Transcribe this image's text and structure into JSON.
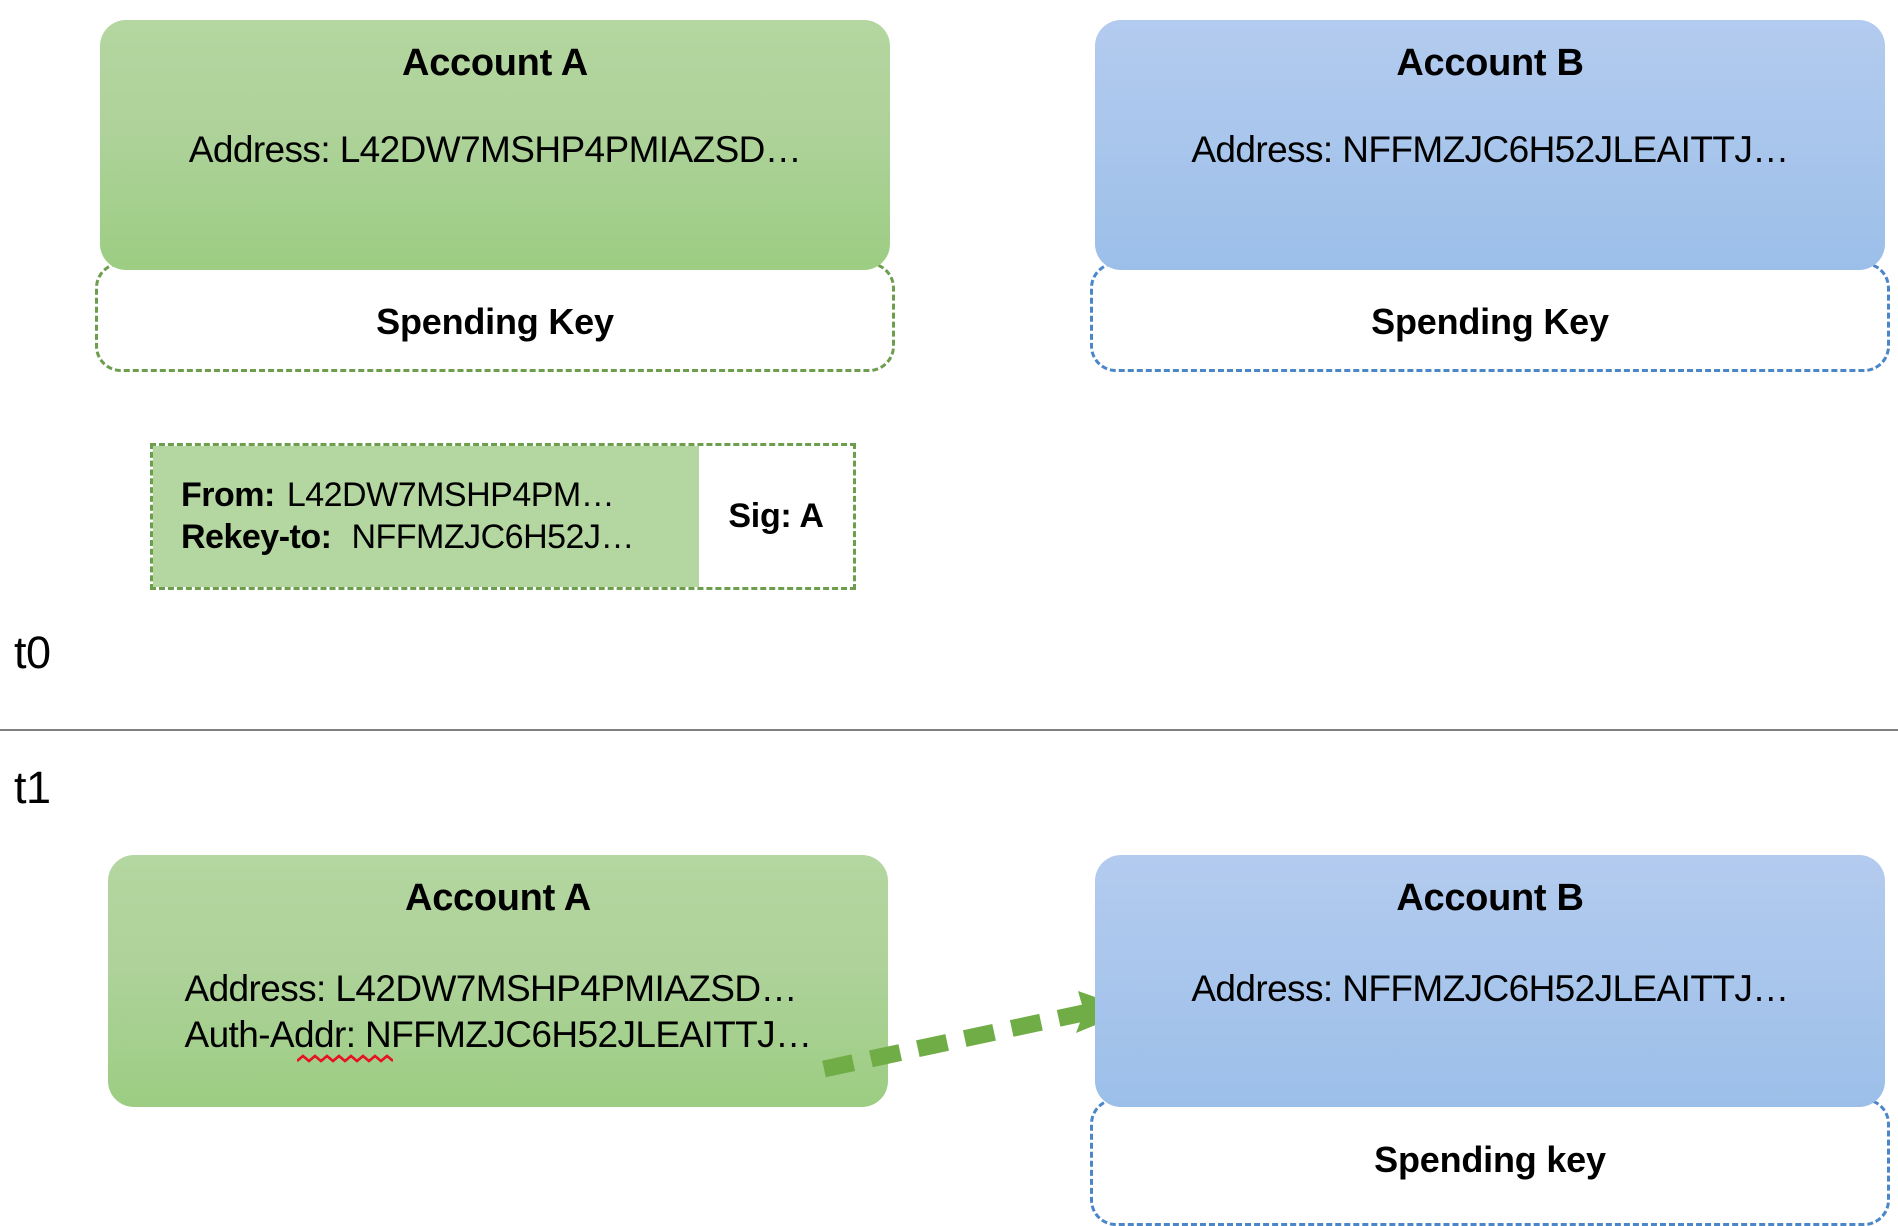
{
  "diagram": {
    "title": "Algorand account rekey before and after",
    "colors": {
      "account_a_fill": "#b0d39a",
      "account_b_fill": "#aac6ec",
      "account_a_border": "#6d9e4e",
      "account_b_border": "#4a86c8",
      "arrow": "#70ad47",
      "divider": "#808080",
      "spellcheck_squiggle": "#e81123"
    }
  },
  "t0": {
    "time_label": "t0",
    "account_a": {
      "title": "Account A",
      "address_line": "Address: L42DW7MSHP4PMIAZSD…",
      "spending_key_label": "Spending Key"
    },
    "account_b": {
      "title": "Account B",
      "address_line": "Address: NFFMZJC6H52JLEAITTJ…",
      "spending_key_label": "Spending Key"
    },
    "transaction": {
      "from_key": "From:",
      "from_value": "L42DW7MSHP4PM…",
      "rekey_key": "Rekey-to:",
      "rekey_value": "NFFMZJC6H52J…",
      "signature_label": "Sig: A"
    }
  },
  "t1": {
    "time_label": "t1",
    "account_a": {
      "title": "Account A",
      "address_line": "Address: L42DW7MSHP4PMIAZSD…",
      "auth_addr_line": "Auth-Addr: NFFMZJC6H52JLEAITTJ…"
    },
    "account_b": {
      "title": "Account B",
      "address_line": "Address: NFFMZJC6H52JLEAITTJ…",
      "spending_key_label": "Spending key"
    },
    "arrow": {
      "name": "rekey-authorization-arrow",
      "style": "dashed",
      "direction": "left-to-right"
    }
  }
}
